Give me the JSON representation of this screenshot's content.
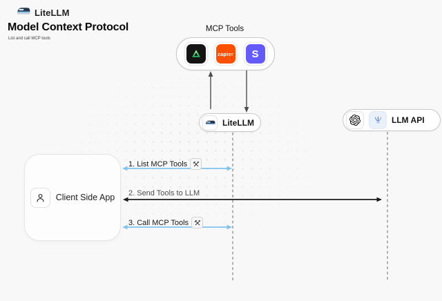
{
  "brand": {
    "name": "LiteLLM"
  },
  "header": {
    "title": "Model Context Protocol",
    "subtitle": "List and call MCP tools"
  },
  "mcp": {
    "label": "MCP Tools",
    "tools": [
      {
        "name": "triangle-tool-logo"
      },
      {
        "name": "zapier-logo",
        "text": "zapier"
      },
      {
        "name": "stripe-logo",
        "text": "S"
      }
    ]
  },
  "nodes": {
    "litellm": {
      "label": "LiteLLM"
    },
    "llm_api": {
      "label": "LLM API"
    },
    "client": {
      "label": "Client Side App"
    }
  },
  "flows": [
    {
      "label": "1. List MCP Tools",
      "tool_icon": true
    },
    {
      "label": "2. Send Tools to LLM",
      "tool_icon": false
    },
    {
      "label": "3. Call MCP Tools",
      "tool_icon": true
    }
  ],
  "colors": {
    "flow_blue": "#7fc4ee",
    "flow_dark": "#1a1a1a",
    "lifeline_gray": "#9b9b9b",
    "zapier_orange": "#ff4f00",
    "stripe_purple": "#635bff",
    "background": "#f8f8f8"
  }
}
